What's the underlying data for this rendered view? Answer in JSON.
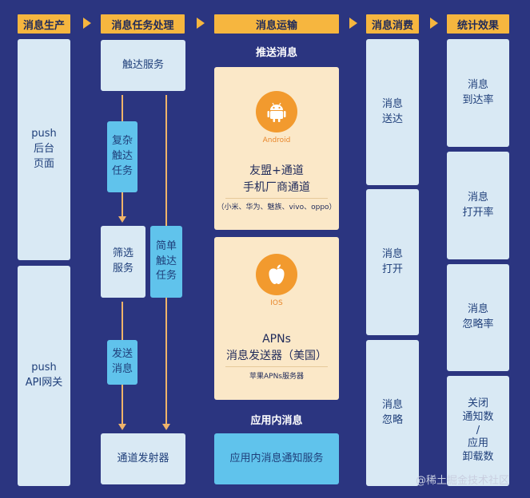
{
  "headers": {
    "production": "消息生产",
    "task_processing": "消息任务处理",
    "transport": "消息运输",
    "consumption": "消息消费",
    "statistics": "统计效果"
  },
  "production": {
    "push_backend": "push\n后台\n页面",
    "push_api": "push\nAPI网关"
  },
  "processing": {
    "reach_service": "触达服务",
    "complex_task": "复杂\n触达\n任务",
    "filter_service": "筛选\n服务",
    "simple_task": "简单\n触达\n任务",
    "send_message": "发送\n消息",
    "channel_sender": "通道发射器"
  },
  "transport": {
    "push_title": "推送消息",
    "android": {
      "label": "Android",
      "main": "友盟+通道\n手机厂商通道",
      "sub": "（小米、华为、魅族、vivo、oppo）"
    },
    "ios": {
      "label": "IOS",
      "main": "APNs\n消息发送器（美国）",
      "sub": "苹果APNs服务器"
    },
    "inapp_title": "应用内消息",
    "inapp_service": "应用内消息通知服务"
  },
  "consumption": {
    "delivered": "消息\n送达",
    "opened": "消息\n打开",
    "ignored": "消息\n忽略"
  },
  "statistics": {
    "delivery_rate": "消息\n到达率",
    "open_rate": "消息\n打开率",
    "ignore_rate": "消息\n忽略率",
    "disable_uninstall": "关闭\n通知数\n/\n应用\n卸载数"
  },
  "watermark": "@稀土掘金技术社区"
}
